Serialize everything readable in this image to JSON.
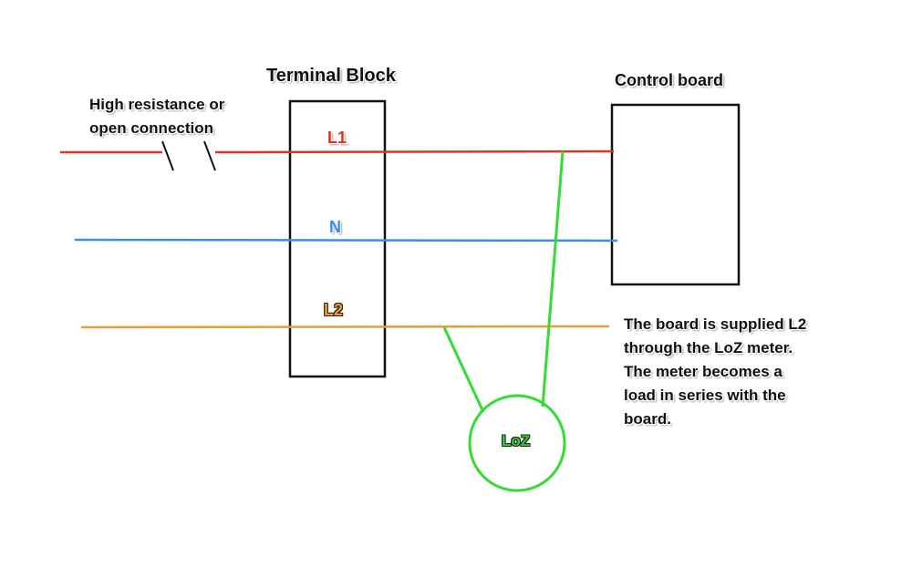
{
  "terminal_block": {
    "title": "Terminal Block"
  },
  "control_board": {
    "title": "Control board"
  },
  "fault_note": {
    "lines": [
      "High resistance or",
      "open connection"
    ]
  },
  "wires": {
    "l1": {
      "label": "L1",
      "color": "#dd3322"
    },
    "n": {
      "label": "N",
      "color": "#3a8fe0"
    },
    "l2": {
      "label": "L2",
      "color": "#ef9a33"
    }
  },
  "meter": {
    "label": "LoZ",
    "color": "#33dd33"
  },
  "explanation": {
    "lines": [
      "The board is supplied L2",
      "through the LoZ meter.",
      "The meter becomes a",
      "load in series with the",
      "board."
    ]
  }
}
